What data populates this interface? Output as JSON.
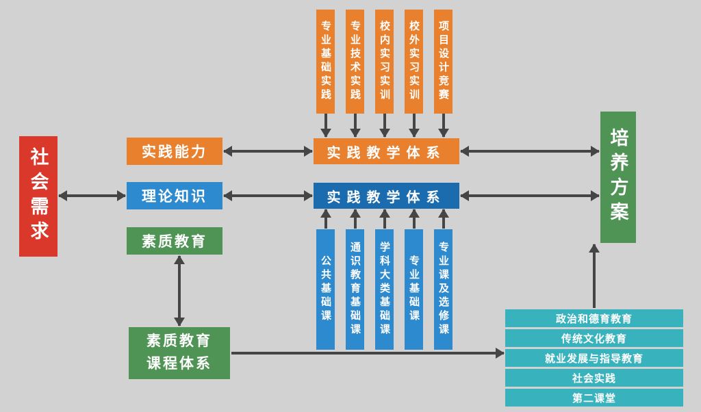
{
  "colors": {
    "bg": "#d2d2d2",
    "red": "#da382a",
    "orange": "#e8802d",
    "blue": "#2e8ace",
    "darkblue": "#1a6cae",
    "green": "#4f9355",
    "teal": "#38b2bc",
    "arrow": "#454545",
    "text": "#ffffff"
  },
  "nodes": {
    "social_needs": "社会需求",
    "practical_ability": "实践能力",
    "theory_knowledge": "理论知识",
    "quality_education": "素质教育",
    "quality_curriculum": "素质教育\n课程体系",
    "practice_system": "实践教学体系",
    "theory_system": "实践教学体系",
    "training_plan": "培养方案",
    "top_columns": [
      "专业基础实践",
      "专业技术实践",
      "校内实习实训",
      "校外实习实训",
      "项目设计竞赛"
    ],
    "bottom_columns": [
      "公共基础课",
      "通识教育基础课",
      "学科大类基础课",
      "专业基础课",
      "专业课及选修课"
    ],
    "quality_items": [
      "政治和德育教育",
      "传统文化教育",
      "就业发展与指导教育",
      "社会实践",
      "第二课堂"
    ]
  }
}
